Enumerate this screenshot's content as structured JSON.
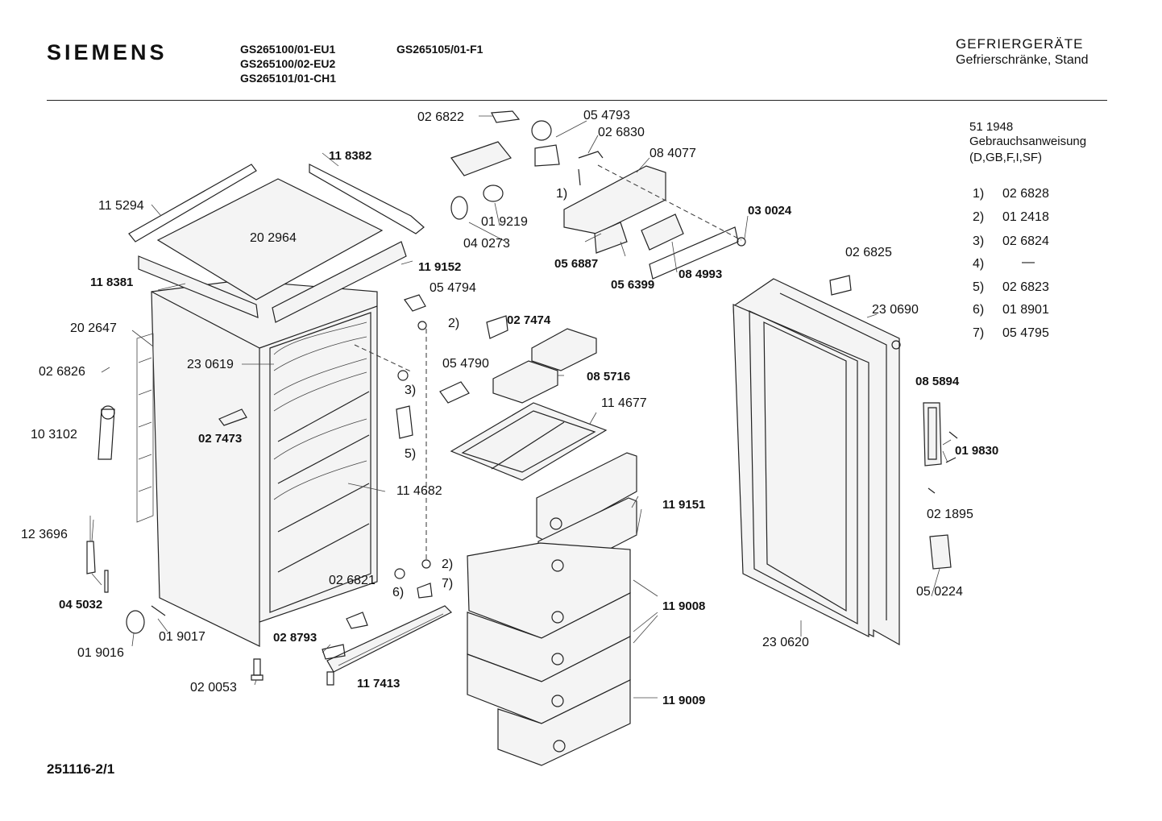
{
  "header": {
    "brand": "SIEMENS",
    "models_col1": [
      "GS265100/01-EU1",
      "GS265100/02-EU2",
      "GS265101/01-CH1"
    ],
    "models_col2": [
      "GS265105/01-F1"
    ],
    "category_title": "GEFRIERGERÄTE",
    "category_subtitle": "Gefrierschränke, Stand"
  },
  "manual": {
    "number": "51 1948",
    "title": "Gebrauchsanweisung",
    "languages": "(D,GB,F,I,SF)"
  },
  "legend": [
    {
      "key": "1)",
      "part": "02 6828"
    },
    {
      "key": "2)",
      "part": "01 2418"
    },
    {
      "key": "3)",
      "part": "02 6824"
    },
    {
      "key": "4)",
      "part": "—"
    },
    {
      "key": "5)",
      "part": "02 6823"
    },
    {
      "key": "6)",
      "part": "01 8901"
    },
    {
      "key": "7)",
      "part": "05 4795"
    }
  ],
  "part_labels": {
    "p026822": "02 6822",
    "p054793": "05 4793",
    "p026830": "02 6830",
    "p084077": "08 4077",
    "p118382": "11 8382",
    "p115294": "11 5294",
    "p202964": "20 2964",
    "p019219": "01 9219",
    "p040273": "04 0273",
    "p030024": "03 0024",
    "p056887": "05 6887",
    "p056399": "05 6399",
    "p084993": "08 4993",
    "p119152": "11 9152",
    "p118381": "11 8381",
    "p054794": "05 4794",
    "p027474": "02 7474",
    "p202647": "20 2647",
    "p230619": "23 0619",
    "p026826": "02 6826",
    "p054790": "05 4790",
    "p085716": "08 5716",
    "p026825": "02 6825",
    "p230690": "23 0690",
    "p103102": "10 3102",
    "p027473": "02 7473",
    "p114677": "11 4677",
    "p085894": "08 5894",
    "p019830": "01 9830",
    "p114682": "11 4682",
    "p119151": "11 9151",
    "p123696": "12 3696",
    "p021895": "02 1895",
    "p045032": "04 5032",
    "p026821": "02 6821",
    "p050224": "05 0224",
    "p119008": "11 9008",
    "p019017": "01 9017",
    "p028793": "02 8793",
    "p019016": "01 9016",
    "p230620": "23 0620",
    "p117413": "11 7413",
    "p119009": "11 9009",
    "p020053": "02 0053"
  },
  "callouts": {
    "c1": "1)",
    "c2a": "2)",
    "c3": "3)",
    "c5": "5)",
    "c2b": "2)",
    "c6": "6)",
    "c7": "7)"
  },
  "footer": {
    "drawing_number": "251116-2/1"
  }
}
